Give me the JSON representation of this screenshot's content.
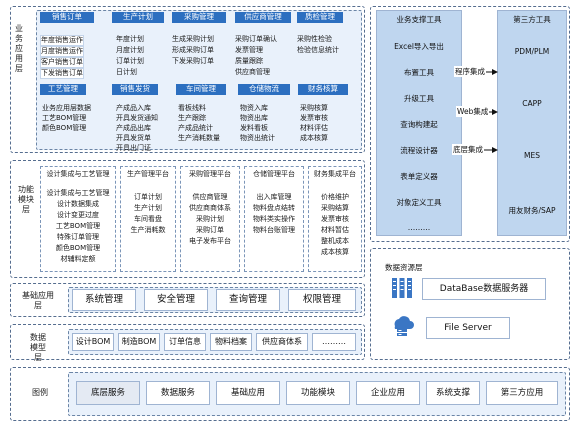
{
  "business_layer": {
    "label": "业务应用层",
    "groups": [
      {
        "title": "销售订单",
        "items": [
          "年度销售运作",
          "月度销售运作",
          "客户销售订单",
          "下发销售订单"
        ]
      },
      {
        "title": "生产计划",
        "items": [
          "年度计划",
          "月度计划",
          "订单计划",
          "日计划"
        ]
      },
      {
        "title": "采购管理",
        "items": [
          "生成采购计划",
          "形成采购订单",
          "下发采购订单"
        ]
      },
      {
        "title": "供应商管理",
        "items": [
          "采购订单确认",
          "发票管理",
          "质量跟踪",
          "供应商管理"
        ]
      },
      {
        "title": "质检管理",
        "items": [
          "采购性检验",
          "检验信息统计"
        ]
      },
      {
        "title": "工艺管理",
        "items": [
          "业务应用层数据",
          "工艺BOM管理",
          "颜色BOM管理"
        ]
      },
      {
        "title": "销售发货",
        "items": [
          "产成品入库",
          "开具发货通知",
          "产成品出库",
          "开具发货单",
          "开具出门证"
        ]
      },
      {
        "title": "车间管理",
        "items": [
          "看板线料",
          "生产跟踪",
          "产成品统计",
          "生产消耗数量"
        ]
      },
      {
        "title": "仓储物流",
        "items": [
          "物资入库",
          "物资出库",
          "发料看板",
          "物资出统计"
        ]
      },
      {
        "title": "财务核算",
        "items": [
          "采购核算",
          "发票审核",
          "材料评估",
          "成本核算"
        ]
      }
    ]
  },
  "function_layer": {
    "label": "功能模块层",
    "modules": [
      {
        "title": "设计集成与工艺管理",
        "items": [
          "设计集成与工艺管理",
          "设计数据集成",
          "设计变更过度",
          "工艺BOM管理",
          "特殊订单管理",
          "颜色BOM管理",
          "材辅料定额"
        ]
      },
      {
        "title": "生产管理平台",
        "items": [
          "订单计划",
          "生产计划",
          "车间看盘",
          "生产消耗数"
        ]
      },
      {
        "title": "采购管理平台",
        "items": [
          "供应商管理",
          "供应商商体系",
          "采购计划",
          "采购订单",
          "电子发布平台"
        ]
      },
      {
        "title": "仓储管理平台",
        "items": [
          "出入库管理",
          "物料盘点结转",
          "物料类实操作",
          "物料台账管理"
        ]
      },
      {
        "title": "财务集成平台",
        "items": [
          "价格维护",
          "采购结算",
          "发票审核",
          "材料暂估",
          "整机成本",
          "成本核算"
        ]
      }
    ]
  },
  "base_layer": {
    "label": "基础应用层",
    "items": [
      "系统管理",
      "安全管理",
      "查询管理",
      "权限管理"
    ]
  },
  "data_model_layer": {
    "label": "数据模型层",
    "items": [
      "设计BOM",
      "制造BOM",
      "订单信息",
      "物料档案",
      "供应商体系",
      "………"
    ]
  },
  "support_tools": {
    "title": "业务支撑工具",
    "items": [
      "Excel导入导出",
      "布置工具",
      "升级工具",
      "查询构建起",
      "流程设计器",
      "表单定义器",
      "对象定义工具",
      "………"
    ]
  },
  "third_party": {
    "title": "第三方工具",
    "items": [
      "PDM/PLM",
      "CAPP",
      "MES",
      "用友财务/SAP"
    ]
  },
  "integrations": [
    "程序集成",
    "Web集成",
    "底层集成"
  ],
  "data_resource": {
    "title": "数据资源层",
    "db_server": "DataBase数据服务器",
    "file_server": "File Server"
  },
  "legend": {
    "label": "图例",
    "items": [
      "底层服务",
      "数据服务",
      "基础应用",
      "功能模块",
      "企业应用",
      "系统支撑",
      "第三方应用"
    ]
  },
  "colors": {
    "header_blue": "#2c6fc0",
    "panel_fill": "#e9f1fb",
    "tool_fill": "#bfd6ef",
    "highlight_yellow": "#fbe14c",
    "icon_blue": "#3a76c4"
  }
}
